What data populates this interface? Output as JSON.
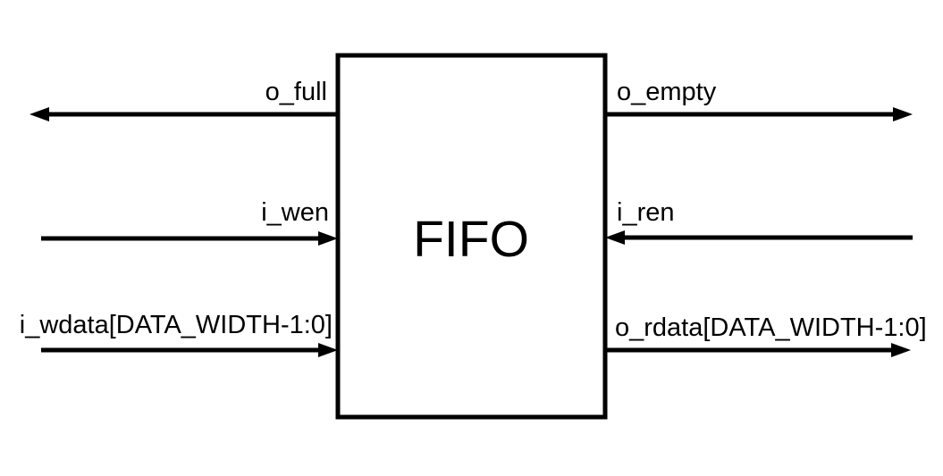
{
  "diagram": {
    "block_title": "FIFO",
    "signals": [
      {
        "label": "o_full",
        "direction": "output",
        "side": "left",
        "row": "top"
      },
      {
        "label": "i_wen",
        "direction": "input",
        "side": "left",
        "row": "middle"
      },
      {
        "label": "i_wdata[DATA_WIDTH-1:0]",
        "direction": "input",
        "side": "left",
        "row": "bottom"
      },
      {
        "label": "o_empty",
        "direction": "output",
        "side": "right",
        "row": "top"
      },
      {
        "label": "i_ren",
        "direction": "input",
        "side": "right",
        "row": "middle"
      },
      {
        "label": "o_rdata[DATA_WIDTH-1:0]",
        "direction": "output",
        "side": "right",
        "row": "bottom"
      }
    ],
    "colors": {
      "line": "#000000",
      "background": "#ffffff"
    }
  }
}
